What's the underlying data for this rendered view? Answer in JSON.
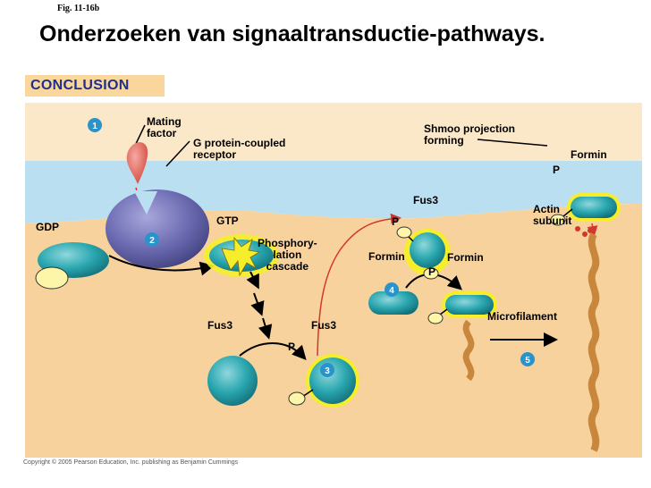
{
  "figure_id": "Fig. 11-16b",
  "title": "Onderzoeken van signaaltransductie-pathways.",
  "section_label": "CONCLUSION",
  "steps": [
    "1",
    "2",
    "3",
    "4",
    "5"
  ],
  "labels": {
    "mating_factor": [
      "Mating",
      "factor"
    ],
    "receptor": [
      "G protein-coupled",
      "receptor"
    ],
    "shmoo": [
      "Shmoo projection",
      "forming"
    ],
    "gdp": "GDP",
    "gtp": "GTP",
    "cascade": [
      "Phosphory-",
      "lation",
      "cascade"
    ],
    "fus3_left": "Fus3",
    "fus3_mid": "Fus3",
    "p_mid": "P",
    "fus3_top": "Fus3",
    "p_top": "P",
    "formin_left": "Formin",
    "formin_right": "Formin",
    "p_formin": "P",
    "microfilament": "Microfilament",
    "actin_subunit": [
      "Actin",
      "subunit"
    ],
    "formin_far": "Formin",
    "p_far": "P"
  },
  "colors": {
    "cytoplasm": "#f8d29c",
    "extracellular": "#fbe8c8",
    "membrane": "#b9dff1",
    "protein_teal": "#1b8f9a",
    "receptor_purple": "#6a69b0",
    "highlight_yellow": "#f6ee2a",
    "arrow_red": "#d3362f",
    "actin_tan": "#c9873e",
    "step_blue": "#2a93c9"
  },
  "copyright": "Copyright © 2005 Pearson Education, Inc. publishing as Benjamin Cummings"
}
